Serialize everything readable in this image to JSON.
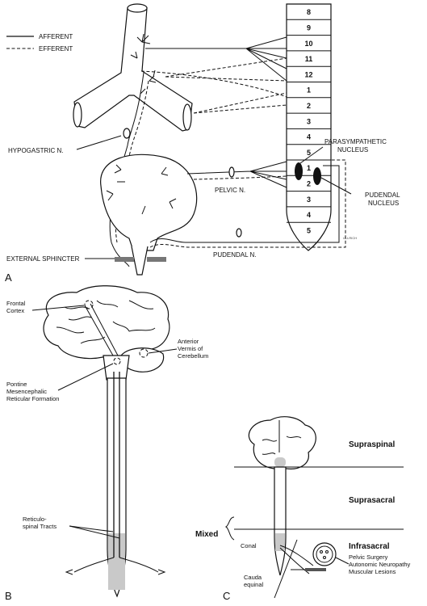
{
  "panel_a": {
    "label": "A",
    "legend": {
      "afferent": "AFFERENT",
      "efferent": "EFFERENT"
    },
    "segments": [
      "8",
      "9",
      "10",
      "11",
      "12",
      "1",
      "2",
      "3",
      "4",
      "5",
      "1",
      "2",
      "3",
      "4",
      "5"
    ],
    "labels": {
      "hypogastric": "HYPOGASTRIC N.",
      "pelvic": "PELVIC N.",
      "pudendal": "PUDENDAL N.",
      "external_sphincter": "EXTERNAL SPHINCTER",
      "parasympathetic_1": "PARASYMPATHETIC",
      "parasympathetic_2": "NUCLEUS",
      "pudendal_nucleus_1": "PUDENDAL",
      "pudendal_nucleus_2": "NUCLEUS",
      "signature": "ULLRICH"
    }
  },
  "panel_b": {
    "label": "B",
    "labels": {
      "frontal_1": "Frontal",
      "frontal_2": "Cortex",
      "vermis_1": "Anterior",
      "vermis_2": "Vermis of",
      "vermis_3": "Cerebellum",
      "pontine_1": "Pontine",
      "pontine_2": "Mesencephalic",
      "pontine_3": "Reticular Formation",
      "reticulo_1": "Reticulo-",
      "reticulo_2": "spinal Tracts"
    }
  },
  "panel_c": {
    "label": "C",
    "levels": {
      "supraspinal": "Supraspinal",
      "suprasacral": "Suprasacral",
      "infrasacral": "Infrasacral",
      "mixed": "Mixed",
      "conal": "Conal"
    },
    "causes": [
      "Pelvic Surgery",
      "Autonomic Neuropathy",
      "Muscular Lesions"
    ],
    "cauda_1": "Cauda",
    "cauda_2": "equinal"
  }
}
